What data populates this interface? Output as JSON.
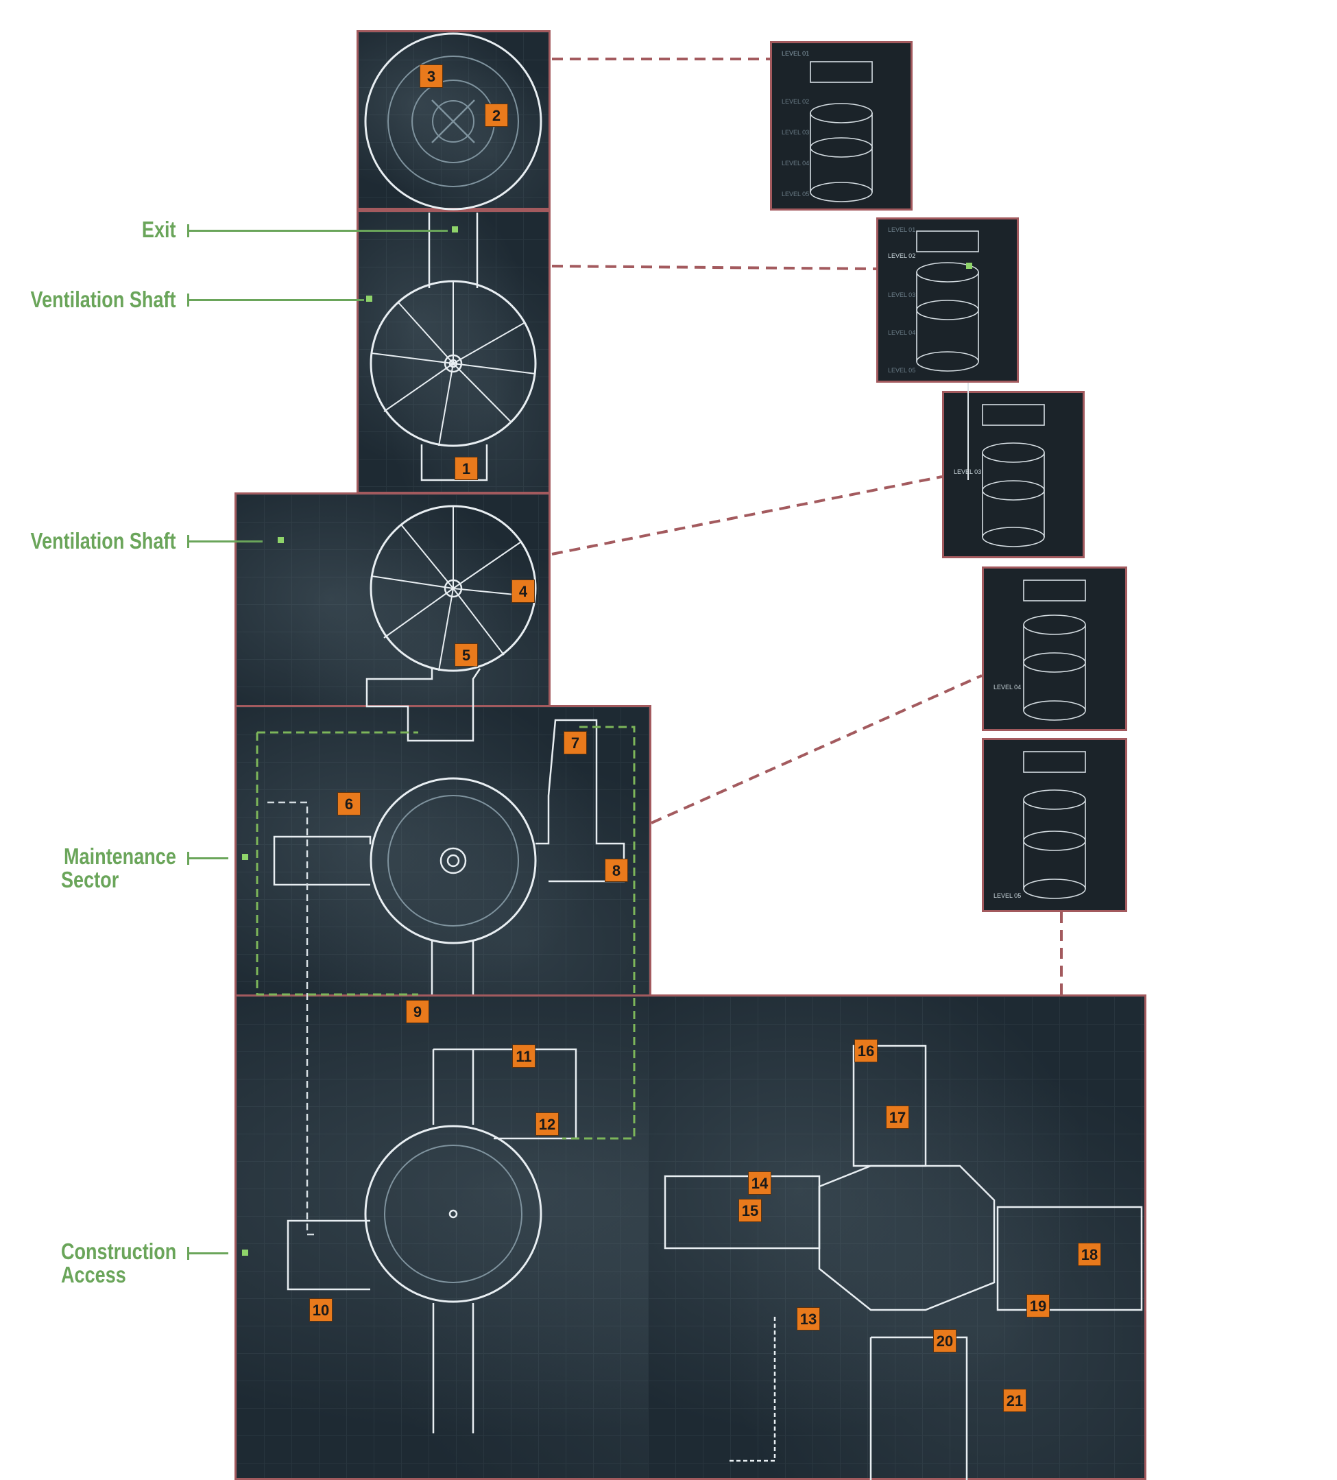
{
  "labels": {
    "exit": "Exit",
    "vent1": "Ventilation Shaft",
    "vent2": "Ventilation Shaft",
    "maint1": "Maintenance",
    "maint2": "Sector",
    "constr1": "Construction",
    "constr2": "Access"
  },
  "markers": [
    "1",
    "2",
    "3",
    "4",
    "5",
    "6",
    "7",
    "8",
    "9",
    "10",
    "11",
    "12",
    "13",
    "14",
    "15",
    "16",
    "17",
    "18",
    "19",
    "20",
    "21"
  ],
  "thumbnails": {
    "t1": [
      "LEVEL 01",
      "LEVEL 02",
      "LEVEL 03",
      "LEVEL 04",
      "LEVEL 05"
    ],
    "t2": [
      "LEVEL 01",
      "LEVEL 02",
      "LEVEL 03",
      "LEVEL 04",
      "LEVEL 05"
    ],
    "t3": [
      "LEVEL 03"
    ],
    "t4": [
      "LEVEL 04"
    ],
    "t5": [
      "LEVEL 05"
    ]
  },
  "colors": {
    "label_green": "#6aa55a",
    "border_red": "#a35a5e",
    "marker_orange": "#e97a1c",
    "map_bg": "#1e2a33"
  }
}
